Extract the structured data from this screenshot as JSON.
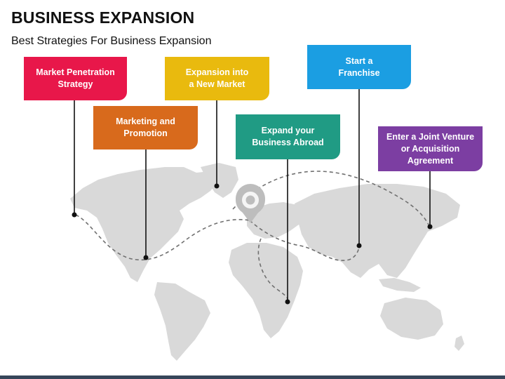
{
  "header": {
    "title": "BUSINESS EXPANSION",
    "subtitle": "Best Strategies For Business Expansion"
  },
  "strategies": [
    {
      "label": "Market Penetration\nStrategy",
      "color": "#e8174a"
    },
    {
      "label": "Marketing and\nPromotion",
      "color": "#d86a1c"
    },
    {
      "label": "Expansion into\na New Market",
      "color": "#e9ba0e"
    },
    {
      "label": "Expand your\nBusiness Abroad",
      "color": "#209b84"
    },
    {
      "label": "Start a\nFranchise",
      "color": "#1b9ee2"
    },
    {
      "label": "Enter a Joint Venture\nor Acquisition\nAgreement",
      "color": "#7c3ea2"
    }
  ],
  "colors": {
    "map_land": "#d9d9d9",
    "route": "#707070",
    "pin": "#bdbdbd",
    "connector": "#111111",
    "footer": "#36465a"
  },
  "icons": {
    "location": "map-pin-icon"
  }
}
